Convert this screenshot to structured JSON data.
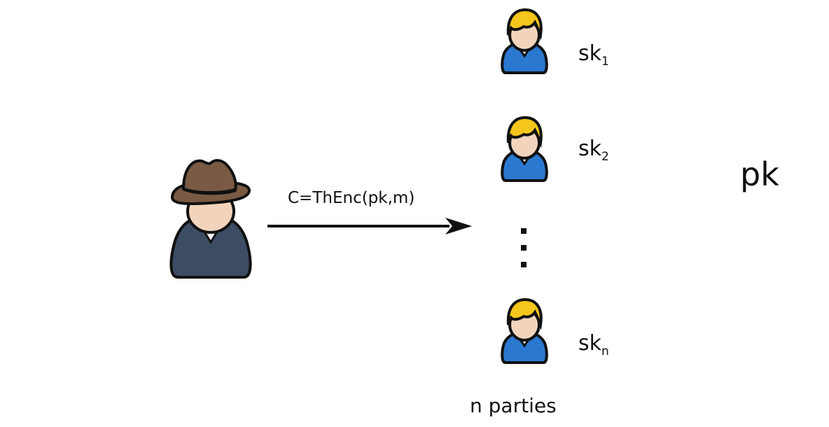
{
  "sender": {
    "icon": "hat-person-icon"
  },
  "arrow": {
    "label": "C=ThEnc(pk,m)"
  },
  "parties": [
    {
      "key_base": "sk",
      "key_sub": "1",
      "icon": "blonde-person-icon"
    },
    {
      "key_base": "sk",
      "key_sub": "2",
      "icon": "blonde-person-icon"
    },
    {
      "key_base": "sk",
      "key_sub": "n",
      "icon": "blonde-person-icon"
    }
  ],
  "ellipsis": "⋮",
  "parties_label": "n parties",
  "public_key": "pk",
  "colors": {
    "ink": "#111111",
    "hat": "#7a5a44",
    "skin": "#f2d4bd",
    "sender_body": "#3c4d63",
    "party_hair": "#f5c61b",
    "party_body": "#2b78d1"
  }
}
